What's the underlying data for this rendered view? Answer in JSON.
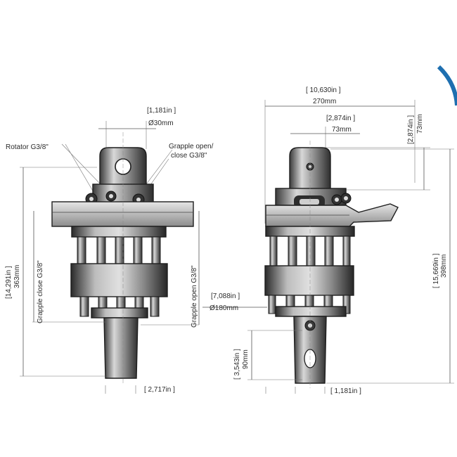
{
  "front_view": {
    "top_dim": {
      "inch": "[1,181in ]",
      "mm": "Ø30mm"
    },
    "rotator_label": "Rotator G3/8\"",
    "grapple_open_label_line1": "Grapple open/",
    "grapple_open_label_line2": "close G3/8\"",
    "height_dim": {
      "inch": "[14,291in ]",
      "mm": "363mm"
    },
    "vertical_label_left": "Grapple close G3/8\"",
    "vertical_label_right": "Grapple open G3/8\"",
    "bottom_dim_inch": "[ 2,717in ]"
  },
  "side_view": {
    "width_dim": {
      "inch": "[ 10,630in ]",
      "mm": "270mm"
    },
    "offset_dim": {
      "inch": "[2,874in ]",
      "mm": "73mm"
    },
    "right_small_dim": {
      "inch": "[2,874in ]",
      "mm": "73mm"
    },
    "height_dim": {
      "inch": "[ 15,669in ]",
      "mm": "398mm"
    },
    "diameter_dim": {
      "inch": "[7,088in ]",
      "mm": "Ø180mm"
    },
    "shaft_dim": {
      "inch": "[ 3,543in ]",
      "mm": "90mm"
    },
    "bottom_dim_inch": "[ 1,181in ]"
  },
  "colors": {
    "line": "#1e1e1e",
    "fill_dark": "#2d2d2d",
    "fill_mid": "#7a7a7a",
    "fill_light": "#d9d9d9",
    "accent_arc": "#1e6fb0"
  }
}
